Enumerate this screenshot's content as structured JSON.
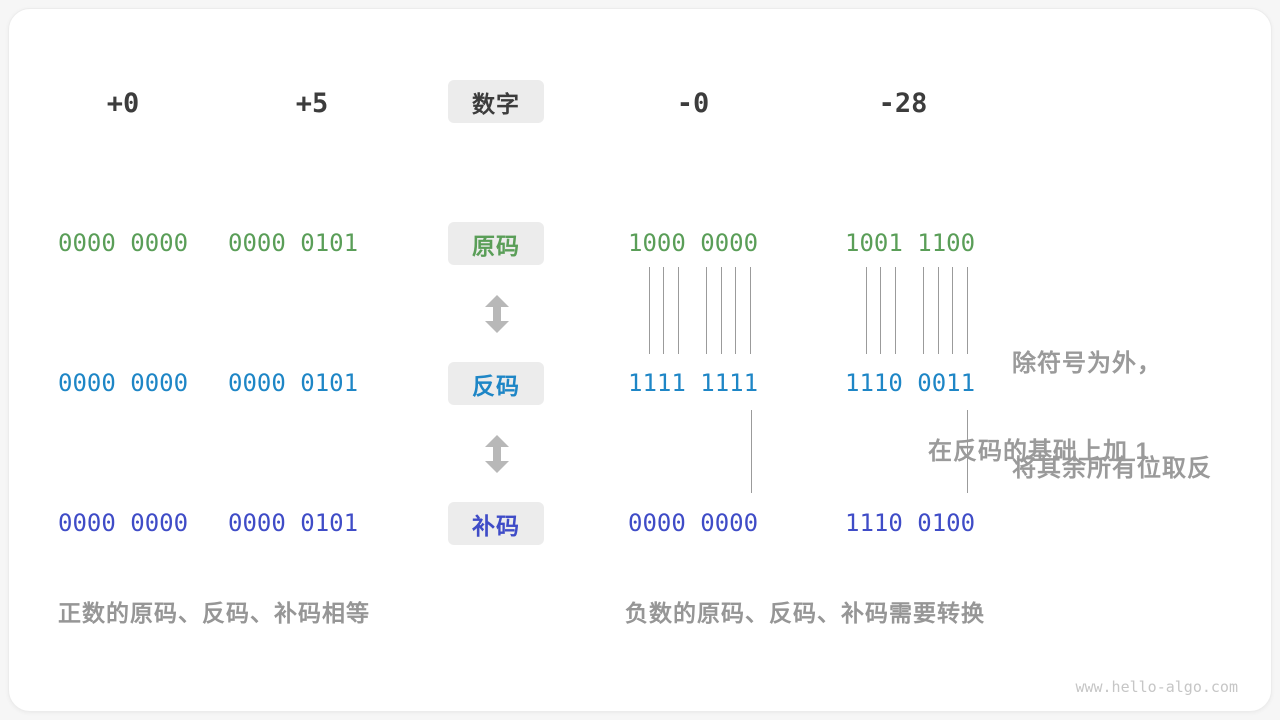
{
  "header": {
    "columns": [
      "+0",
      "+5",
      "-0",
      "-28"
    ],
    "box_label": "数字"
  },
  "rows": [
    {
      "id": "sign-magnitude",
      "label": "原码",
      "color": "#5A9E58",
      "values": [
        "0000 0000",
        "0000 0101",
        "1000 0000",
        "1001 1100"
      ]
    },
    {
      "id": "ones-complement",
      "label": "反码",
      "color": "#1E86C6",
      "values": [
        "0000 0000",
        "0000 0101",
        "1111 1111",
        "1110 0011"
      ]
    },
    {
      "id": "twos-complement",
      "label": "补码",
      "color": "#3F4CC7",
      "values": [
        "0000 0000",
        "0000 0101",
        "0000 0000",
        "1110 0100"
      ]
    }
  ],
  "annotations": {
    "invert": {
      "line1": "除符号为外，",
      "line2": "将其余所有位取反"
    },
    "add_one": "在反码的基础上加 1"
  },
  "captions": {
    "positive": "正数的原码、反码、补码相等",
    "negative": "负数的原码、反码、补码需要转换"
  },
  "watermark": "www.hello-algo.com",
  "colors": {
    "header_text": "#3C3C3C",
    "label_box_bg": "#ECECEC",
    "sign_magnitude_green": "#5A9E58",
    "ones_complement_blue": "#1E86C6",
    "twos_complement_indigo": "#3F4CC7",
    "annotation_gray": "#9A9A9A",
    "caption_gray": "#969696",
    "connector_line_gray": "#9B9B9B",
    "arrow_gray": "#B8B8B8",
    "watermark_gray": "#C6C6C6"
  }
}
